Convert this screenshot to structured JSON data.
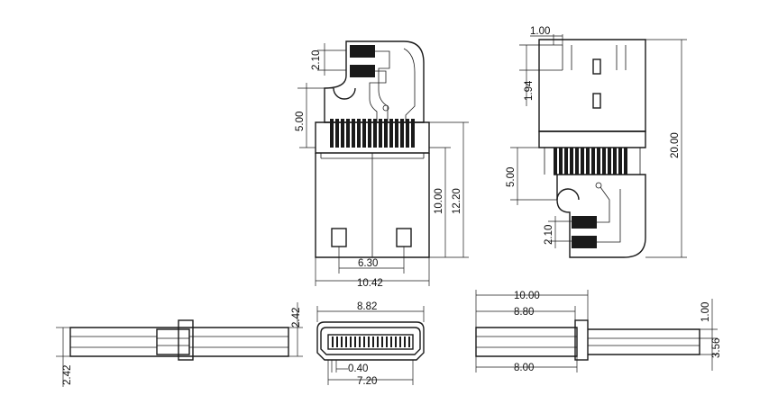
{
  "dimensions": {
    "top_pad_gap": "2.10",
    "top_hole_to_pins": "5.00",
    "inner_length": "10.00",
    "overall_length": "12.20",
    "pad_spacing": "6.30",
    "body_width": "10.42",
    "rear_offset": "1.00",
    "rear_slot": "1.94",
    "overall_height": "20.00",
    "rear_hole_to_pins": "5.00",
    "rear_pad_gap": "2.10",
    "side_thickness_top": "2.42",
    "side_thickness_left": "2.42",
    "front_width": "8.82",
    "pin_pitch": "0.40",
    "front_inner": "7.20",
    "side_total": "10.00",
    "side_mid": "8.80",
    "side_lower": "8.00",
    "side_top_step": "1.00",
    "side_height": "3.56"
  }
}
